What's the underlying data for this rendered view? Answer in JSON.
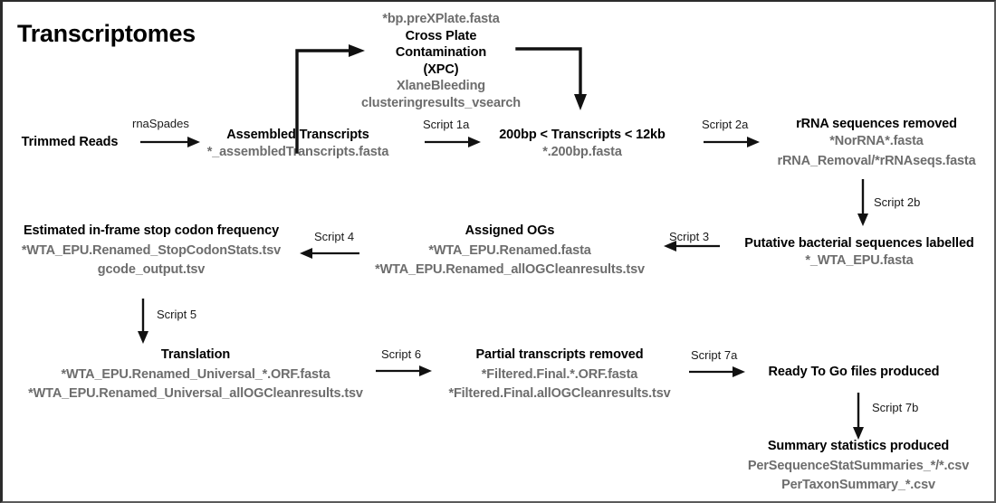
{
  "page": {
    "title": "Transcriptomes",
    "colors": {
      "heading": "#000000",
      "filename": "#6d6d6d",
      "arrow": "#111111",
      "background": "#ffffff",
      "border": "#2b2b2b"
    }
  },
  "nodes": {
    "trimmed_reads": {
      "heading": "Trimmed Reads"
    },
    "assembled_transcripts": {
      "heading": "Assembled Transcripts",
      "file1": "*_assembledTranscripts.fasta"
    },
    "cross_plate_contamination": {
      "file_top": "*bp.preXPlate.fasta",
      "heading_line1": "Cross Plate",
      "heading_line2": "Contamination",
      "heading_line3": "(XPC)",
      "file1": "XlaneBleeding",
      "file2": "clusteringresults_vsearch"
    },
    "transcript_length_filter": {
      "heading": "200bp < Transcripts < 12kb",
      "file1": "*.200bp.fasta"
    },
    "rrna_removed": {
      "heading": "rRNA sequences removed",
      "file1": "*NorRNA*.fasta",
      "file2": "rRNA_Removal/*rRNAseqs.fasta"
    },
    "bacterial_labelled": {
      "heading": "Putative bacterial sequences labelled",
      "file1": "*_WTA_EPU.fasta"
    },
    "assigned_ogs": {
      "heading": "Assigned OGs",
      "file1": "*WTA_EPU.Renamed.fasta",
      "file2": "*WTA_EPU.Renamed_allOGCleanresults.tsv"
    },
    "stop_codon_frequency": {
      "heading": "Estimated in-frame stop codon frequency",
      "file1": "*WTA_EPU.Renamed_StopCodonStats.tsv",
      "file2": "gcode_output.tsv"
    },
    "translation": {
      "heading": "Translation",
      "file1": "*WTA_EPU.Renamed_Universal_*.ORF.fasta",
      "file2": "*WTA_EPU.Renamed_Universal_allOGCleanresults.tsv"
    },
    "partial_transcripts_removed": {
      "heading": "Partial transcripts removed",
      "file1": "*Filtered.Final.*.ORF.fasta",
      "file2": "*Filtered.Final.allOGCleanresults.tsv"
    },
    "ready_to_go": {
      "heading": "Ready To Go files produced"
    },
    "summary_statistics": {
      "heading": "Summary statistics produced",
      "file1": "PerSequenceStatSummaries_*/*.csv",
      "file2": "PerTaxonSummary_*.csv"
    }
  },
  "arrows": {
    "rnaspades": "rnaSpades",
    "script_1a": "Script 1a",
    "script_2a": "Script 2a",
    "script_2b": "Script 2b",
    "script_3": "Script 3",
    "script_4": "Script 4",
    "script_5": "Script 5",
    "script_6": "Script 6",
    "script_7a": "Script 7a",
    "script_7b": "Script 7b"
  }
}
